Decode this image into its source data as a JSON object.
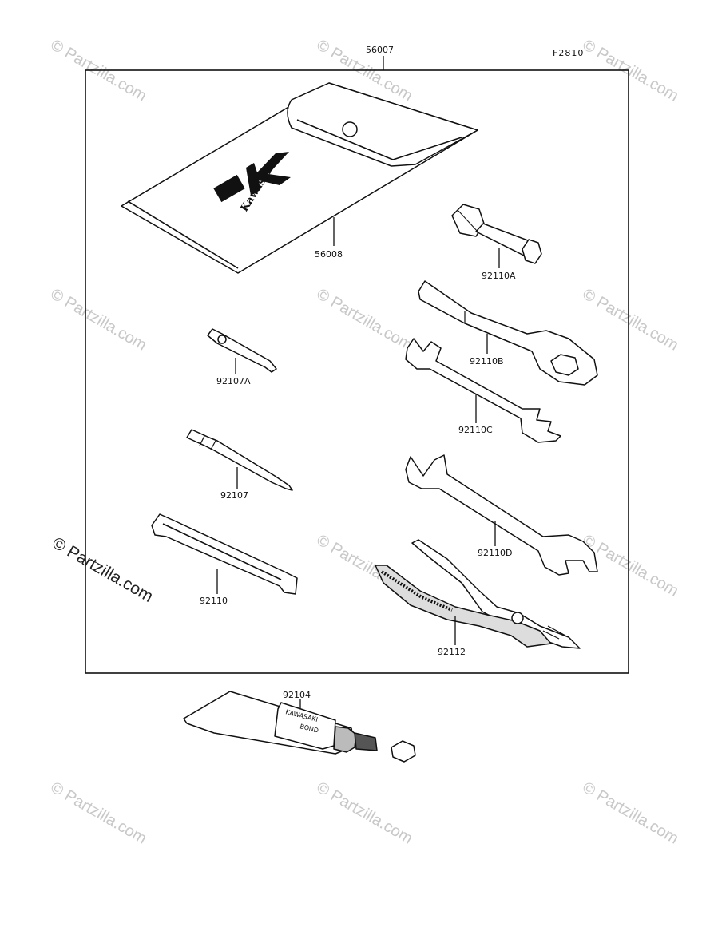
{
  "diagram": {
    "figure_code": "F2810",
    "parts": {
      "tool_kit": "56007",
      "tool_bag": "56008",
      "bag_logo": "Kawasaki",
      "plug_wrench": "92110A",
      "box_wrench": "92110B",
      "open_wrench_small": "92110C",
      "open_wrench_large": "92110D",
      "screwdriver_bit": "92107A",
      "screwdriver": "92107",
      "spanner_handle": "92110",
      "pliers": "92112",
      "bond_tube": "92104",
      "bond_tube_text_1": "KAWASAKI",
      "bond_tube_text_2": "BOND"
    }
  },
  "watermarks": {
    "small": "© Partzilla.com",
    "large": "© Partzilla.com"
  }
}
